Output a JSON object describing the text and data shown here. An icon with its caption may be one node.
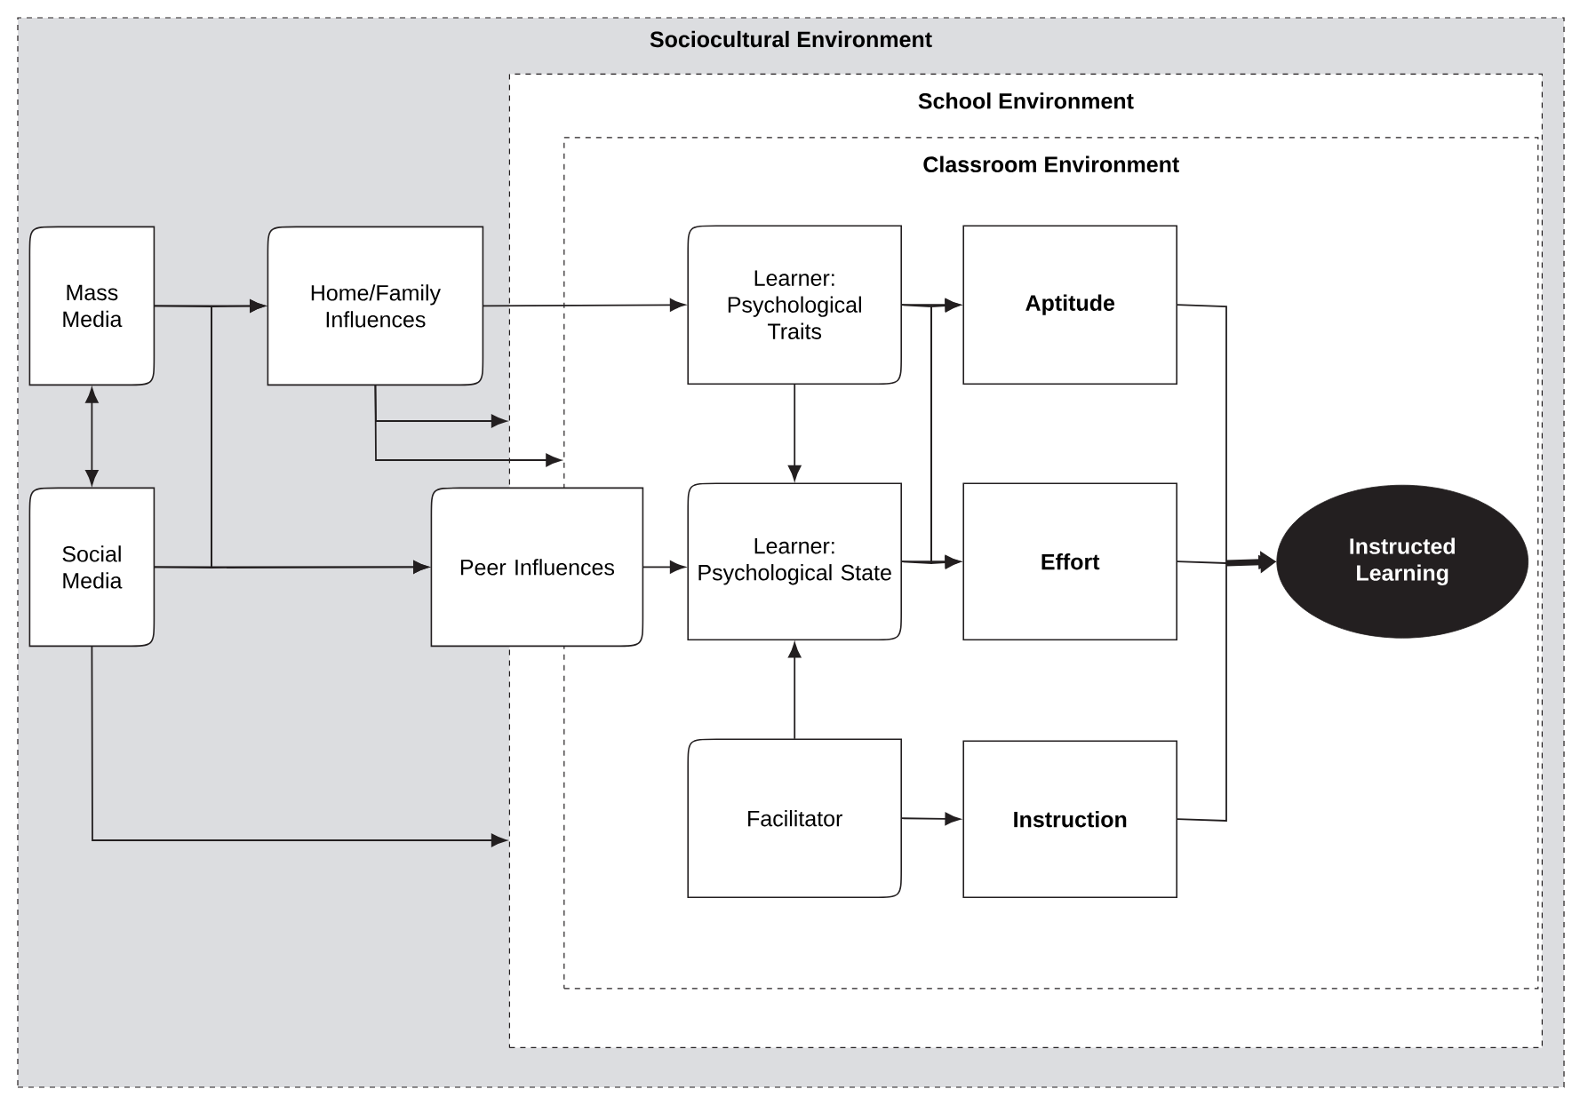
{
  "diagram": {
    "nodes": [
      {
        "text": [
          "Sociocultural Environment"
        ]
      },
      {
        "text": [
          "School Environment"
        ],
        "in": 0
      },
      {
        "text": [
          "Classroom Environment"
        ],
        "in": 1
      },
      {
        "text": [
          "Mass Media"
        ],
        "in": 0
      },
      {
        "text": [
          "Home/Family Influences"
        ],
        "in": 0
      },
      {
        "text": [
          "Social Media"
        ],
        "in": 0
      },
      {
        "text": [
          "Peer Influences"
        ],
        "in": 0
      },
      {
        "text": [
          "Learner: Psychological Traits"
        ],
        "in": 2
      },
      {
        "text": [
          "Aptitude"
        ],
        "in": 2
      },
      {
        "text": [
          "Learner: Psychological State"
        ],
        "in": 2
      },
      {
        "text": [
          "Effort"
        ],
        "in": 2
      },
      {
        "text": [
          "Facilitator"
        ],
        "in": 2
      },
      {
        "text": [
          "Instruction"
        ],
        "in": 2
      },
      {
        "text": [
          "Instructed Learning"
        ],
        "in": 2
      }
    ],
    "edges": [
      {
        "from": 3,
        "to": 4,
        "arrow": "to"
      },
      {
        "from": 3,
        "to": 6,
        "arrow": "to"
      },
      {
        "from": 5,
        "to": 4,
        "arrow": "to"
      },
      {
        "from": 5,
        "to": 6,
        "arrow": "to"
      },
      {
        "from": 3,
        "to": 5,
        "arrow": "both"
      },
      {
        "from": 4,
        "to": 7,
        "arrow": "to"
      },
      {
        "from": 4,
        "to": 1,
        "arrow": "to"
      },
      {
        "from": 4,
        "to": 2,
        "arrow": "to"
      },
      {
        "from": 5,
        "to": 1,
        "arrow": "to"
      },
      {
        "from": 6,
        "to": 9,
        "arrow": "to"
      },
      {
        "from": 7,
        "to": 8,
        "arrow": "to"
      },
      {
        "from": 7,
        "to": 10,
        "arrow": "to"
      },
      {
        "from": 9,
        "to": 8,
        "arrow": "to"
      },
      {
        "from": 9,
        "to": 10,
        "arrow": "to"
      },
      {
        "from": 7,
        "to": 9,
        "arrow": "to"
      },
      {
        "from": 11,
        "to": 9,
        "arrow": "to"
      },
      {
        "from": 11,
        "to": 12,
        "arrow": "to"
      },
      {
        "from": 8,
        "to": 13,
        "arrow": "to"
      },
      {
        "from": 10,
        "to": 13,
        "arrow": "to"
      },
      {
        "from": 12,
        "to": 13,
        "arrow": "to"
      }
    ]
  }
}
